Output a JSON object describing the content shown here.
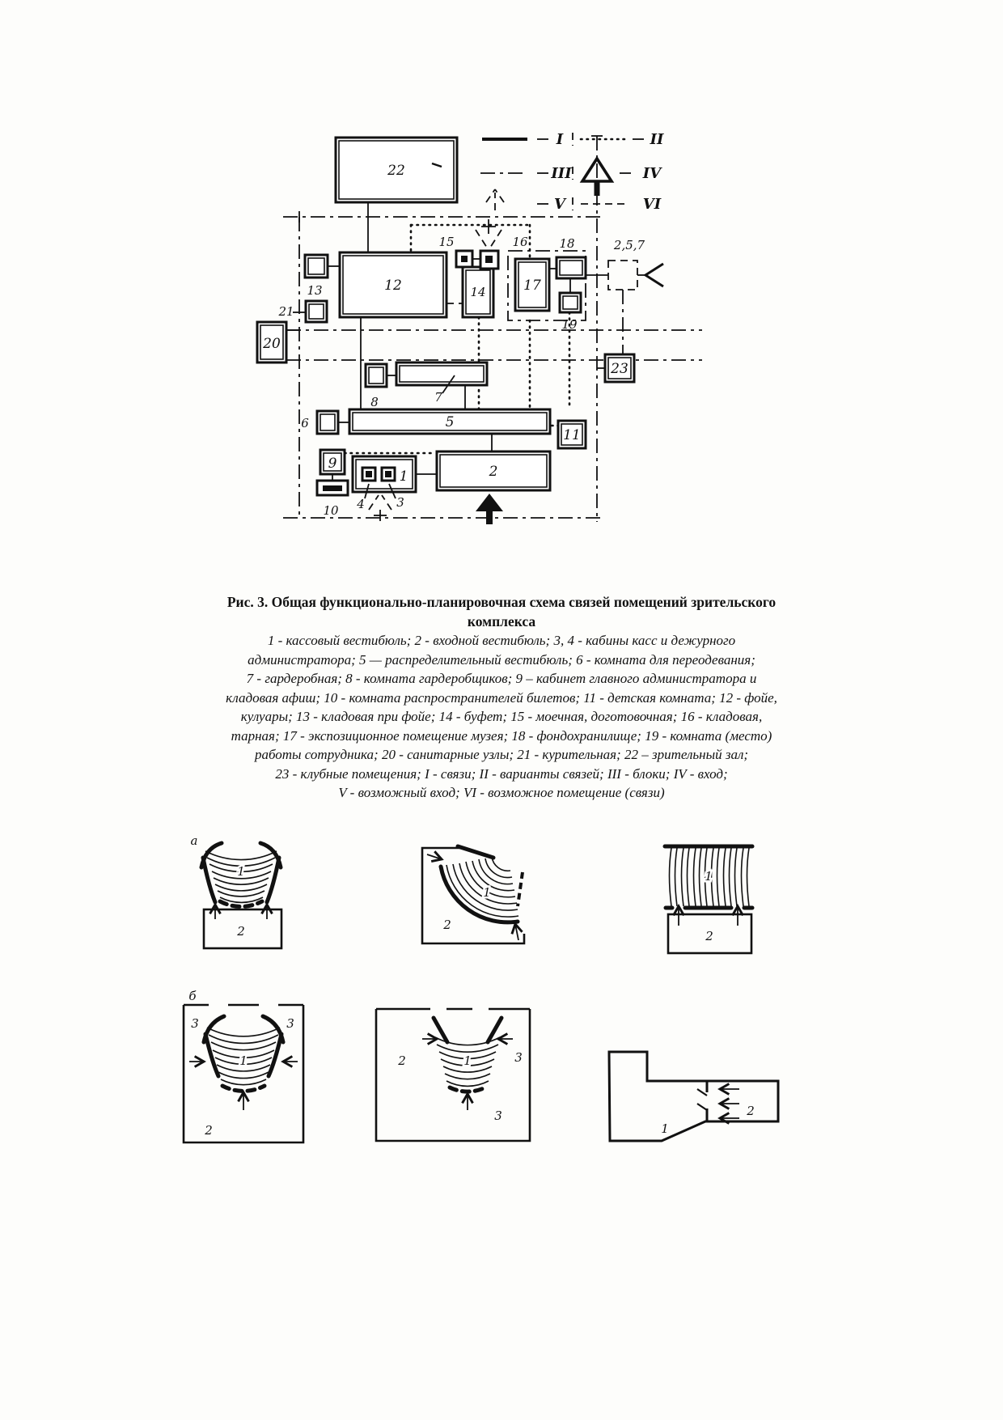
{
  "page": {
    "background": "#fdfdfb",
    "ink": "#111111"
  },
  "legend": {
    "items": [
      {
        "symbol": "solid-line",
        "label": "I"
      },
      {
        "symbol": "dotted-line",
        "label": "II"
      },
      {
        "symbol": "dash-dot-line",
        "label": "III"
      },
      {
        "symbol": "entrance-arrow",
        "label": "IV"
      },
      {
        "symbol": "dashed-entrance-arrow",
        "label": "V"
      },
      {
        "symbol": "dashed-line",
        "label": "VI"
      }
    ]
  },
  "diagram": {
    "labels": {
      "b1": "1",
      "b2": "2",
      "b3": "3",
      "b4": "4",
      "b5": "5",
      "b6": "6",
      "b7": "7",
      "b8": "8",
      "b9": "9",
      "b10": "10",
      "b11": "11",
      "b12": "12",
      "b13": "13",
      "b14": "14",
      "b15": "15",
      "b16": "16",
      "b17": "17",
      "b18": "18",
      "b19": "19",
      "b20": "20",
      "b21": "21",
      "b22": "22",
      "b23": "23",
      "entrance_rooms": "2,5,7"
    }
  },
  "caption": {
    "title_lines": [
      "Рис. 3. Общая функционально-планировочная схема связей помещений зрительского",
      "комплекса"
    ],
    "legend_lines": [
      "1 - кассовый вестибюль; 2 - входной вестибюль; 3, 4 - кабины касс и дежурного",
      "администратора; 5 — распределительный вестибюль; 6 - комната для переодевания;",
      "7 - гардеробная; 8 - комната гардеробщиков; 9 – кабинет главного администратора и",
      "кладовая афиш; 10 - комната распространителей билетов; 11 - детская комната; 12 - фойе,",
      "кулуары; 13 - кладовая при фойе; 14 - буфет; 15 - моечная, доготовочная; 16 - кладовая,",
      "тарная; 17 - экспозиционное помещение музея; 18 - фондохранилище; 19 - комната (место)",
      "работы сотрудника; 20 - санитарные узлы; 21 - курительная; 22 – зрительный зал;",
      "23 - клубные помещения; I - связи; II - варианты связей; III - блоки; IV - вход;",
      "V - возможный вход; VI - возможное помещение (связи)"
    ]
  },
  "plans": {
    "row_a_label": "а",
    "row_b_label": "б",
    "labels": {
      "hall": "1",
      "vestibule": "2",
      "stage": "3"
    }
  }
}
